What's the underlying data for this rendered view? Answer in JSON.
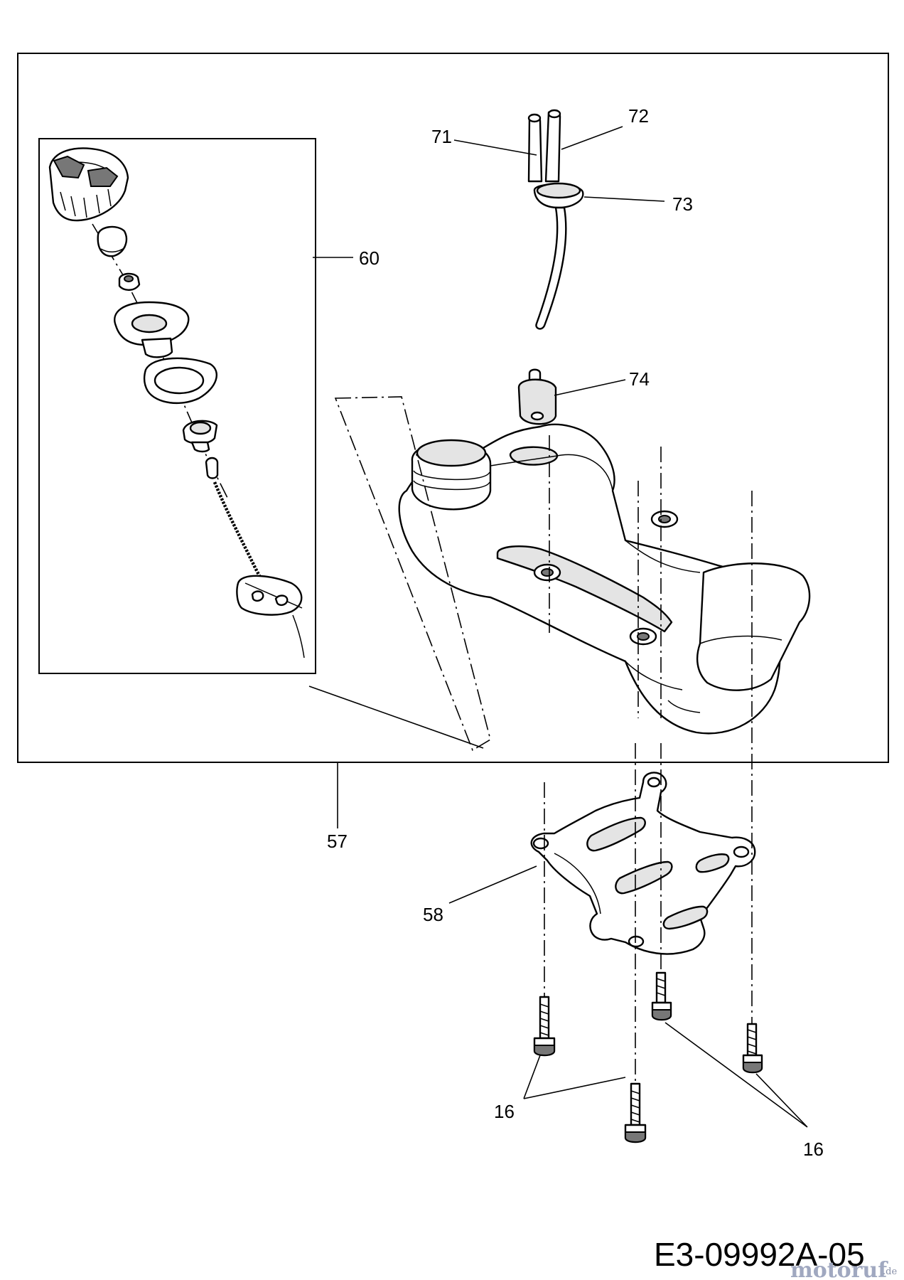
{
  "labels": {
    "p16a": "16",
    "p16b": "16",
    "p57": "57",
    "p58": "58",
    "p60": "60",
    "p71": "71",
    "p72": "72",
    "p73": "73",
    "p74": "74"
  },
  "drawing_code": "E3-09992A-05",
  "watermark": {
    "brand": "motoruf",
    "suffix": ".de"
  }
}
